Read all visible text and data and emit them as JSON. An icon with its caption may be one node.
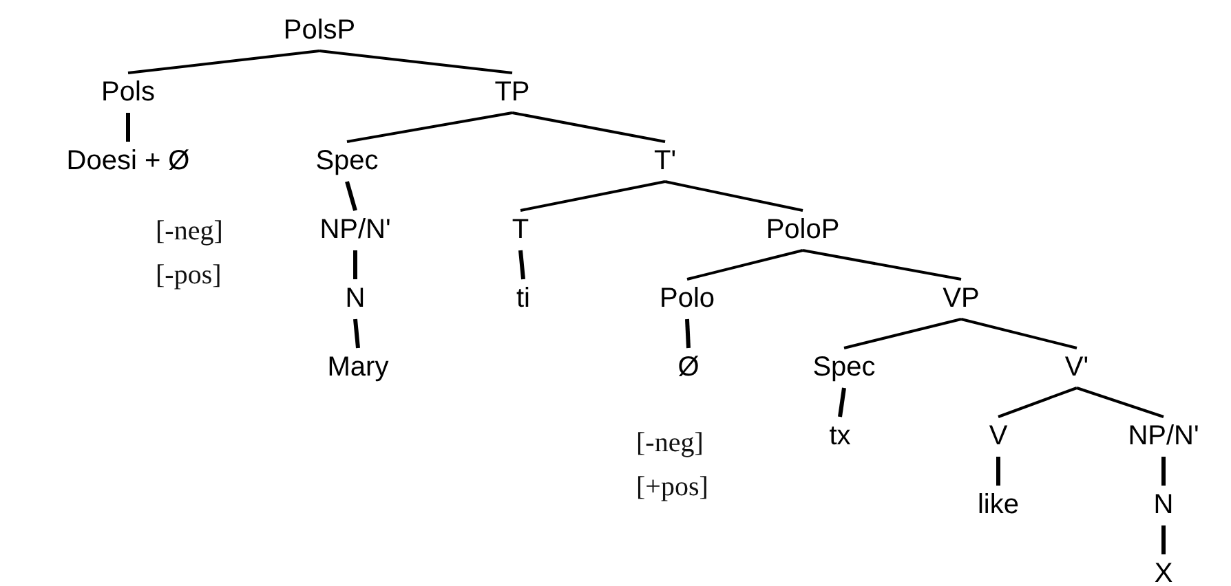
{
  "diagram": {
    "nodes": [
      {
        "text": [
          "PolsP"
        ]
      },
      {
        "text": [
          "Pols"
        ]
      },
      {
        "text": [
          "TP"
        ]
      },
      {
        "text": [
          "Doesi + Ø"
        ]
      },
      {
        "text": [
          "Spec"
        ]
      },
      {
        "text": [
          "T'"
        ]
      },
      {
        "text": [
          "NP/N'"
        ]
      },
      {
        "text": [
          "T"
        ]
      },
      {
        "text": [
          "PoloP"
        ]
      },
      {
        "text": [
          "N"
        ]
      },
      {
        "text": [
          "ti"
        ]
      },
      {
        "text": [
          "Polo"
        ]
      },
      {
        "text": [
          "VP"
        ]
      },
      {
        "text": [
          "Mary"
        ]
      },
      {
        "text": [
          "Ø"
        ]
      },
      {
        "text": [
          "Spec"
        ]
      },
      {
        "text": [
          "V'"
        ]
      },
      {
        "text": [
          "tx"
        ]
      },
      {
        "text": [
          "V"
        ]
      },
      {
        "text": [
          "NP/N'"
        ]
      },
      {
        "text": [
          "like"
        ]
      },
      {
        "text": [
          "N"
        ]
      },
      {
        "text": [
          "X"
        ]
      }
    ],
    "edges": [
      {
        "from": 0,
        "to": 1,
        "arrow": "none"
      },
      {
        "from": 0,
        "to": 2,
        "arrow": "none"
      },
      {
        "from": 1,
        "to": 3,
        "arrow": "none"
      },
      {
        "from": 2,
        "to": 4,
        "arrow": "none"
      },
      {
        "from": 2,
        "to": 5,
        "arrow": "none"
      },
      {
        "from": 4,
        "to": 6,
        "arrow": "none"
      },
      {
        "from": 5,
        "to": 7,
        "arrow": "none"
      },
      {
        "from": 5,
        "to": 8,
        "arrow": "none"
      },
      {
        "from": 6,
        "to": 9,
        "arrow": "none"
      },
      {
        "from": 7,
        "to": 10,
        "arrow": "none"
      },
      {
        "from": 8,
        "to": 11,
        "arrow": "none"
      },
      {
        "from": 8,
        "to": 12,
        "arrow": "none"
      },
      {
        "from": 9,
        "to": 13,
        "arrow": "none"
      },
      {
        "from": 11,
        "to": 14,
        "arrow": "none"
      },
      {
        "from": 12,
        "to": 15,
        "arrow": "none"
      },
      {
        "from": 12,
        "to": 16,
        "arrow": "none"
      },
      {
        "from": 15,
        "to": 17,
        "arrow": "none"
      },
      {
        "from": 16,
        "to": 18,
        "arrow": "none"
      },
      {
        "from": 16,
        "to": 19,
        "arrow": "none"
      },
      {
        "from": 18,
        "to": 20,
        "arrow": "none"
      },
      {
        "from": 19,
        "to": 21,
        "arrow": "none"
      },
      {
        "from": 21,
        "to": 22,
        "arrow": "none"
      }
    ],
    "labels": [
      "[-neg]",
      "[-pos]",
      "[-neg]",
      "[+pos]"
    ]
  }
}
